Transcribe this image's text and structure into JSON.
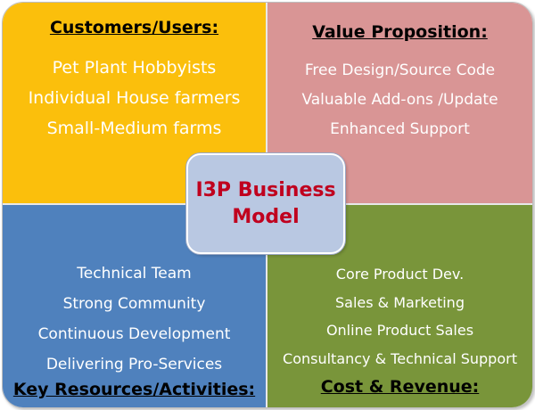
{
  "colors": {
    "customers_bg": "#fbbf0c",
    "value_bg": "#d99595",
    "resources_bg": "#4f81bd",
    "cost_bg": "#79953a",
    "center_bg": "#b9c8e2",
    "center_text": "#c0001e"
  },
  "center": {
    "line1": "I3P Business",
    "line2": "Model"
  },
  "customers": {
    "heading": "Customers/Users:",
    "items": [
      "Pet Plant Hobbyists",
      "Individual House farmers",
      "Small-Medium farms"
    ]
  },
  "value": {
    "heading": "Value Proposition:",
    "items": [
      "Free Design/Source Code",
      "Valuable Add-ons /Update",
      "Enhanced Support"
    ]
  },
  "resources": {
    "heading": "Key Resources/Activities:",
    "items": [
      "Technical Team",
      "Strong Community",
      "Continuous Development",
      "Delivering Pro-Services"
    ]
  },
  "cost": {
    "heading": "Cost & Revenue:",
    "items": [
      "Core Product Dev.",
      "Sales & Marketing",
      "Online Product Sales",
      "Consultancy & Technical Support"
    ]
  }
}
